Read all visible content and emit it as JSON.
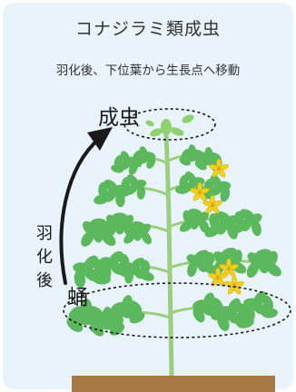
{
  "title": "コナジラミ類成虫",
  "subtitle": "羽化後、下位葉から生長点へ移動",
  "labels": {
    "adult": "成虫",
    "emergence_chars": [
      "羽",
      "化",
      "後"
    ],
    "pupa": "蛹"
  },
  "colors": {
    "panel_background": "#e9f3fc",
    "leaf": "#5cb85c",
    "leaf_light": "#8fd16f",
    "stem": "#9bcf7d",
    "flower": "#f2d21f",
    "soil": "#a87845",
    "arrow": "#1a1a1a",
    "text": "#333333"
  }
}
